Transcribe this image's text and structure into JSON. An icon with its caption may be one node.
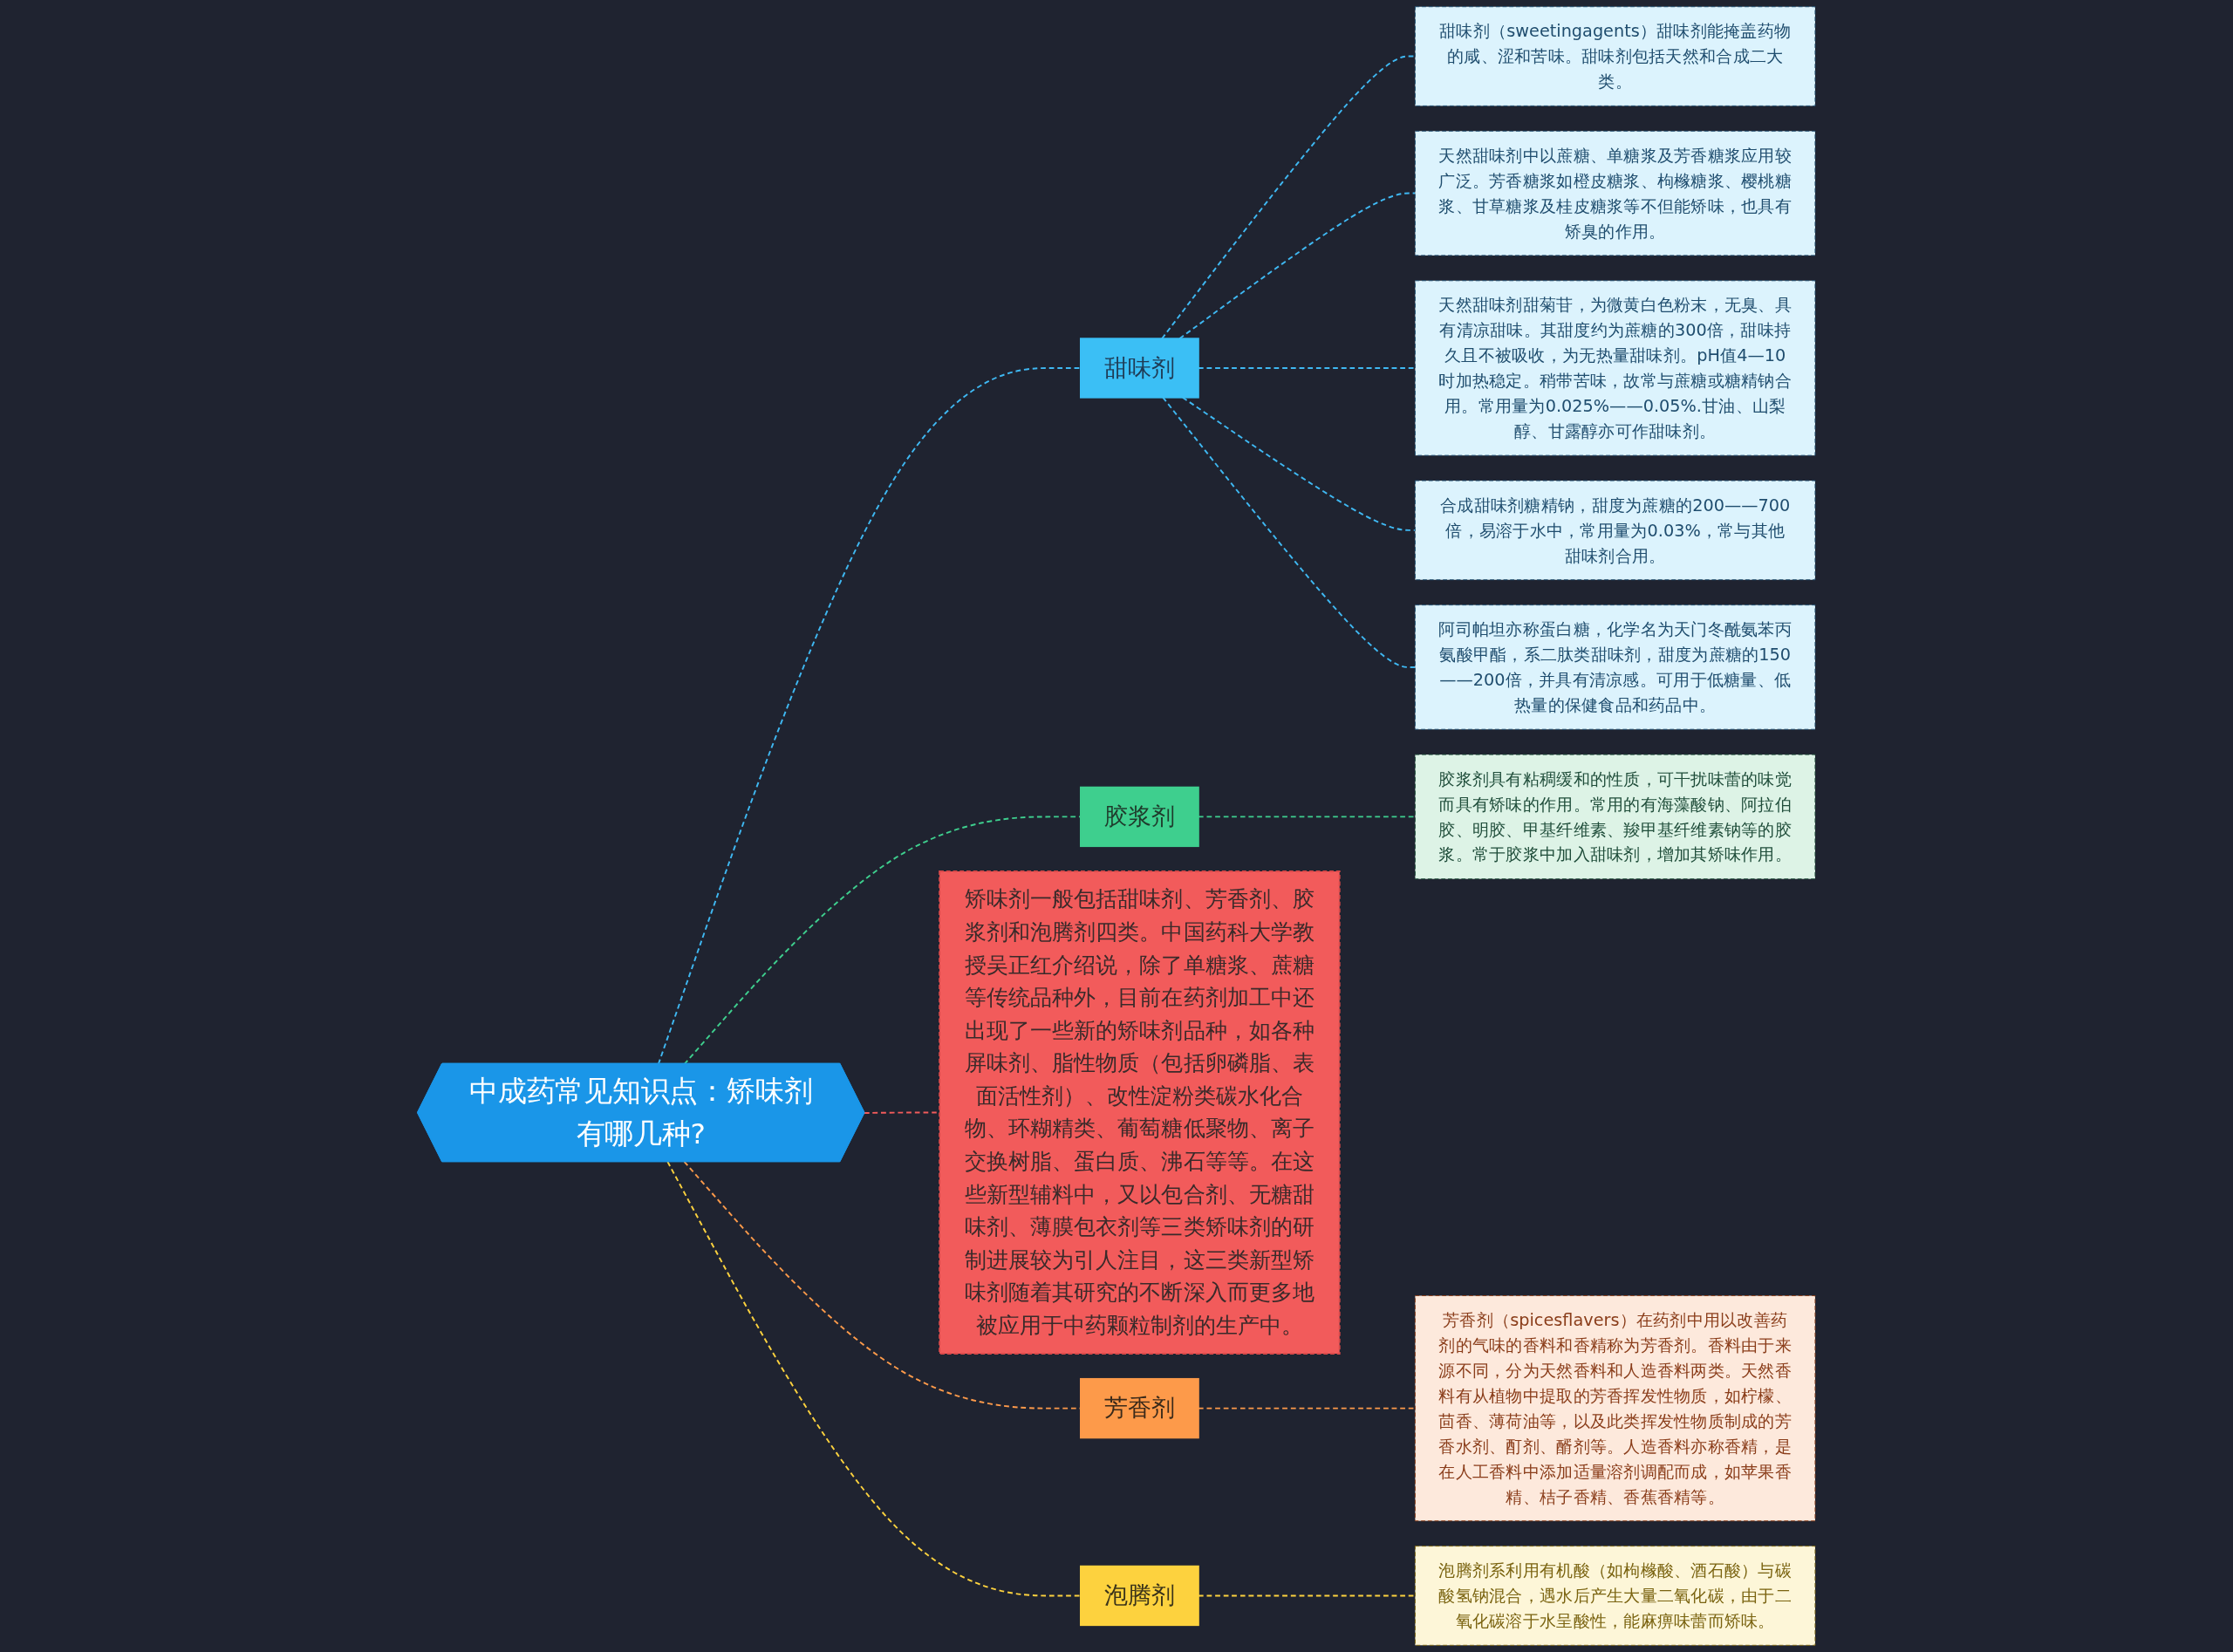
{
  "diagram": {
    "nodes": [
      {
        "text": [
          "中成药常见知识点：矫味剂有哪几种?"
        ]
      },
      {
        "text": [
          "甜味剂"
        ]
      },
      {
        "text": [
          "甜味剂（sweetingagents）甜味剂能掩盖药物的咸、涩和苦味。甜味剂包括天然和合成二大类。"
        ]
      },
      {
        "text": [
          "天然甜味剂中以蔗糖、单糖浆及芳香糖浆应用较广泛。芳香糖浆如橙皮糖浆、枸橼糖浆、樱桃糖浆、甘草糖浆及桂皮糖浆等不但能矫味，也具有矫臭的作用。"
        ]
      },
      {
        "text": [
          "天然甜味剂甜菊苷，为微黄白色粉末，无臭、具有清凉甜味。其甜度约为蔗糖的300倍，甜味持久且不被吸收，为无热量甜味剂。pH值4—10时加热稳定。稍带苦味，故常与蔗糖或糖精钠合用。常用量为0.025%——0.05%.甘油、山梨醇、甘露醇亦可作甜味剂。"
        ]
      },
      {
        "text": [
          "合成甜味剂糖精钠，甜度为蔗糖的200——700倍，易溶于水中，常用量为0.03%，常与其他甜味剂合用。"
        ]
      },
      {
        "text": [
          "阿司帕坦亦称蛋白糖，化学名为天门冬酰氨苯丙氨酸甲酯，系二肽类甜味剂，甜度为蔗糖的150——200倍，并具有清凉感。可用于低糖量、低热量的保健食品和药品中。"
        ]
      },
      {
        "text": [
          "胶浆剂"
        ]
      },
      {
        "text": [
          "胶浆剂具有粘稠缓和的性质，可干扰味蕾的味觉而具有矫味的作用。常用的有海藻酸钠、阿拉伯胶、明胶、甲基纤维素、羧甲基纤维素钠等的胶浆。常于胶浆中加入甜味剂，增加其矫味作用。"
        ]
      },
      {
        "text": [
          "矫味剂一般包括甜味剂、芳香剂、胶浆剂和泡腾剂四类。中国药科大学教授吴正红介绍说，除了单糖浆、蔗糖等传统品种外，目前在药剂加工中还出现了一些新的矫味剂品种，如各种屏味剂、脂性物质（包括卵磷脂、表面活性剂）、改性淀粉类碳水化合物、环糊精类、葡萄糖低聚物、离子交换树脂、蛋白质、沸石等等。在这些新型辅料中，又以包合剂、无糖甜味剂、薄膜包衣剂等三类矫味剂的研制进展较为引人注目，这三类新型矫味剂随着其研究的不断深入而更多地被应用于中药颗粒制剂的生产中。"
        ]
      },
      {
        "text": [
          "芳香剂"
        ]
      },
      {
        "text": [
          "芳香剂（spicesflavers）在药剂中用以改善药剂的气味的香料和香精称为芳香剂。香料由于来源不同，分为天然香料和人造香料两类。天然香料有从植物中提取的芳香挥发性物质，如柠檬、茴香、薄荷油等，以及此类挥发性物质制成的芳香水剂、酊剂、醑剂等。人造香料亦称香精，是在人工香料中添加适量溶剂调配而成，如苹果香精、桔子香精、香蕉香精等。"
        ]
      },
      {
        "text": [
          "泡腾剂"
        ]
      },
      {
        "text": [
          "泡腾剂系利用有机酸（如枸橼酸、酒石酸）与碳酸氢钠混合，遇水后产生大量二氧化碳，由于二氧化碳溶于水呈酸性，能麻痹味蕾而矫味。"
        ]
      }
    ],
    "edges": [
      {
        "from": 0,
        "to": 1,
        "arrow": "none",
        "style": "dashed",
        "color": "#3fb8f2"
      },
      {
        "from": 1,
        "to": 2,
        "arrow": "none",
        "style": "dashed",
        "color": "#3fb8f2"
      },
      {
        "from": 1,
        "to": 3,
        "arrow": "none",
        "style": "dashed",
        "color": "#3fb8f2"
      },
      {
        "from": 1,
        "to": 4,
        "arrow": "none",
        "style": "dashed",
        "color": "#3fb8f2"
      },
      {
        "from": 1,
        "to": 5,
        "arrow": "none",
        "style": "dashed",
        "color": "#3fb8f2"
      },
      {
        "from": 1,
        "to": 6,
        "arrow": "none",
        "style": "dashed",
        "color": "#3fb8f2"
      },
      {
        "from": 0,
        "to": 7,
        "arrow": "none",
        "style": "dashed",
        "color": "#3ecf8e"
      },
      {
        "from": 7,
        "to": 8,
        "arrow": "none",
        "style": "dashed",
        "color": "#3ecf8e"
      },
      {
        "from": 0,
        "to": 9,
        "arrow": "none",
        "style": "dashed",
        "color": "#f25b5b"
      },
      {
        "from": 0,
        "to": 10,
        "arrow": "none",
        "style": "dashed",
        "color": "#fd9a4a"
      },
      {
        "from": 10,
        "to": 11,
        "arrow": "none",
        "style": "dashed",
        "color": "#fd9a4a"
      },
      {
        "from": 0,
        "to": 12,
        "arrow": "none",
        "style": "dashed",
        "color": "#fdd23e"
      },
      {
        "from": 12,
        "to": 13,
        "arrow": "none",
        "style": "dashed",
        "color": "#fdd23e"
      }
    ]
  }
}
